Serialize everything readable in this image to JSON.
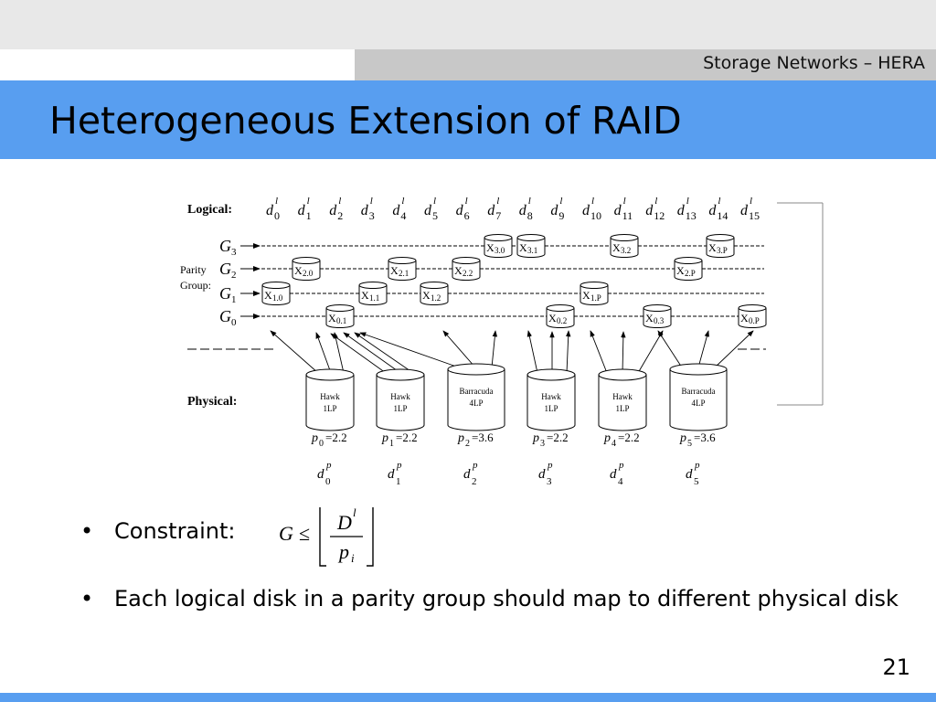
{
  "header": {
    "course": "Storage Networks – HERA"
  },
  "slide": {
    "title": "Heterogeneous Extension of RAID",
    "page_number": "21"
  },
  "diagram": {
    "logical_label": "Logical:",
    "physical_label": "Physical:",
    "parity_label_line1": "Parity",
    "parity_label_line2": "Group:",
    "logical_disks": [
      "0",
      "1",
      "2",
      "3",
      "4",
      "5",
      "6",
      "7",
      "8",
      "9",
      "10",
      "11",
      "12",
      "13",
      "14",
      "15"
    ],
    "groups": [
      {
        "label": "3",
        "disks": [
          "3.0",
          "3.1",
          "3.2",
          "3.P"
        ]
      },
      {
        "label": "2",
        "disks": [
          "2.0",
          "2.1",
          "2.2",
          "2.P"
        ]
      },
      {
        "label": "1",
        "disks": [
          "1.0",
          "1.1",
          "1.2",
          "1.P"
        ]
      },
      {
        "label": "0",
        "disks": [
          "0.1",
          "0.2",
          "0.3",
          "0.P"
        ]
      }
    ],
    "physical_disks": [
      {
        "name": "Hawk",
        "lp": "1LP",
        "p_index": "0",
        "p_value": "=2.2",
        "d_index": "0"
      },
      {
        "name": "Hawk",
        "lp": "1LP",
        "p_index": "1",
        "p_value": "=2.2",
        "d_index": "1"
      },
      {
        "name": "Barracuda",
        "lp": "4LP",
        "p_index": "2",
        "p_value": "=3.6",
        "d_index": "2"
      },
      {
        "name": "Hawk",
        "lp": "1LP",
        "p_index": "3",
        "p_value": "=2.2",
        "d_index": "3"
      },
      {
        "name": "Hawk",
        "lp": "1LP",
        "p_index": "4",
        "p_value": "=2.2",
        "d_index": "4"
      },
      {
        "name": "Barracuda",
        "lp": "4LP",
        "p_index": "5",
        "p_value": "=3.6",
        "d_index": "5"
      }
    ]
  },
  "bullets": [
    {
      "text": "Constraint:"
    },
    {
      "text": "Each logical disk in a parity group should map to different physical disk"
    }
  ],
  "formula": {
    "G": "G",
    "leq": "≤",
    "D": "D",
    "l": "l",
    "p": "p",
    "i": "i"
  },
  "colors": {
    "title_band": "#589ef0",
    "header_strip": "#c8c8c8",
    "top_band": "#e8e8e8"
  }
}
